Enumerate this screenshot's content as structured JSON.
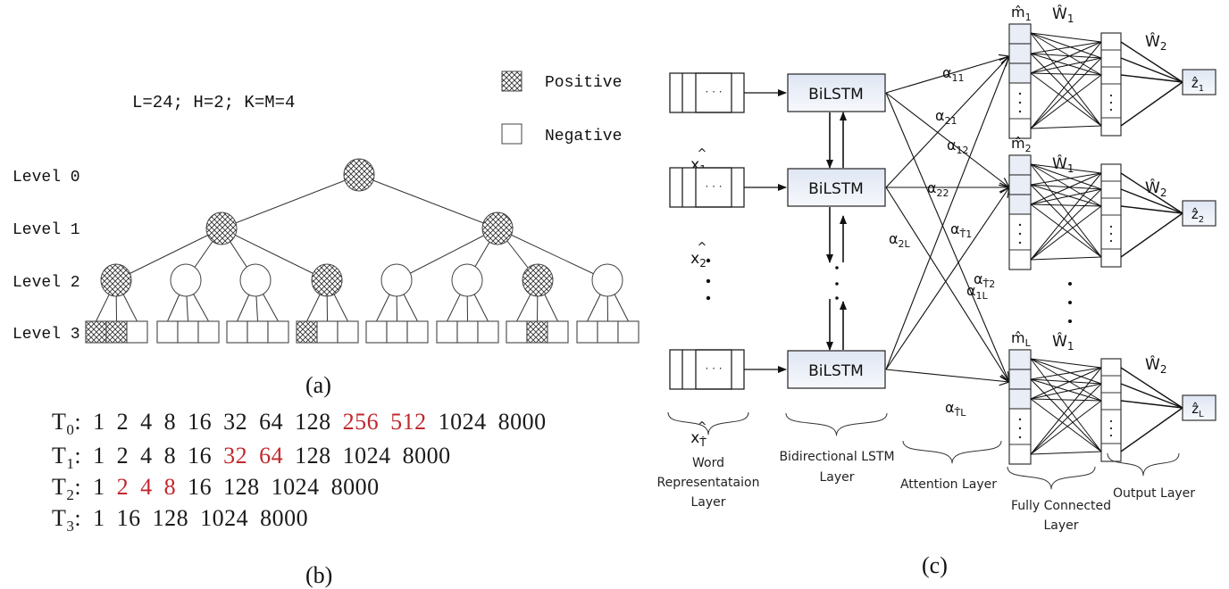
{
  "panel_a": {
    "caption": "(a)",
    "params_text": "L=24; H=2; K=M=4",
    "legend": [
      {
        "label": "Positive",
        "pattern": "crosshatch"
      },
      {
        "label": "Negative",
        "pattern": "empty"
      }
    ],
    "levels": [
      "Level 0",
      "Level 1",
      "Level 2",
      "Level 3"
    ],
    "tree": {
      "level0": [
        true
      ],
      "level1": [
        true,
        true
      ],
      "level2": [
        true,
        false,
        false,
        true,
        false,
        false,
        true,
        false
      ],
      "level3": [
        [
          true,
          true,
          false
        ],
        [
          false,
          false,
          false
        ],
        [
          false,
          false,
          false
        ],
        [
          true,
          false,
          false
        ],
        [
          false,
          false,
          false
        ],
        [
          false,
          false,
          false
        ],
        [
          false,
          true,
          false
        ],
        [
          false,
          false,
          false
        ]
      ]
    }
  },
  "panel_b": {
    "caption": "(b)",
    "highlight_color": "#c0282d",
    "rows": [
      {
        "label": "T",
        "sub": "0",
        "values": [
          {
            "v": "1",
            "hl": false
          },
          {
            "v": "2",
            "hl": false
          },
          {
            "v": "4",
            "hl": false
          },
          {
            "v": "8",
            "hl": false
          },
          {
            "v": "16",
            "hl": false
          },
          {
            "v": "32",
            "hl": false
          },
          {
            "v": "64",
            "hl": false
          },
          {
            "v": "128",
            "hl": false
          },
          {
            "v": "256",
            "hl": true
          },
          {
            "v": "512",
            "hl": true
          },
          {
            "v": "1024",
            "hl": false
          },
          {
            "v": "8000",
            "hl": false
          }
        ]
      },
      {
        "label": "T",
        "sub": "1",
        "values": [
          {
            "v": "1",
            "hl": false
          },
          {
            "v": "2",
            "hl": false
          },
          {
            "v": "4",
            "hl": false
          },
          {
            "v": "8",
            "hl": false
          },
          {
            "v": "16",
            "hl": false
          },
          {
            "v": "32",
            "hl": true
          },
          {
            "v": "64",
            "hl": true
          },
          {
            "v": "128",
            "hl": false
          },
          {
            "v": "1024",
            "hl": false
          },
          {
            "v": "8000",
            "hl": false
          }
        ]
      },
      {
        "label": "T",
        "sub": "2",
        "values": [
          {
            "v": "1",
            "hl": false
          },
          {
            "v": "2",
            "hl": true
          },
          {
            "v": "4",
            "hl": true
          },
          {
            "v": "8",
            "hl": true
          },
          {
            "v": "16",
            "hl": false
          },
          {
            "v": "128",
            "hl": false
          },
          {
            "v": "1024",
            "hl": false
          },
          {
            "v": "8000",
            "hl": false
          }
        ]
      },
      {
        "label": "T",
        "sub": "3",
        "values": [
          {
            "v": "1",
            "hl": false
          },
          {
            "v": "16",
            "hl": false
          },
          {
            "v": "128",
            "hl": false
          },
          {
            "v": "1024",
            "hl": false
          },
          {
            "v": "8000",
            "hl": false
          }
        ]
      }
    ]
  },
  "panel_c": {
    "caption": "(c)",
    "inputs": [
      {
        "base": "x",
        "sub": "1"
      },
      {
        "base": "x",
        "sub": "2"
      },
      {
        "base": "x",
        "sub": "T̂"
      }
    ],
    "input_cell_text": "· · ·",
    "bilstm_label": "BiLSTM",
    "bilstm_fill": "#e8eef8",
    "attention_labels": {
      "a11": [
        "α",
        "11"
      ],
      "a21": [
        "α",
        "21"
      ],
      "a12": [
        "α",
        "12"
      ],
      "a22": [
        "α",
        "22"
      ],
      "a2L": [
        "α",
        "2L"
      ],
      "aT1": [
        "α",
        "T̂1"
      ],
      "aT2": [
        "α",
        "T̂2"
      ],
      "a1L": [
        "α",
        "1L"
      ],
      "aTL": [
        "α",
        "T̂L"
      ]
    },
    "heads": [
      {
        "m": [
          "m̂",
          "1"
        ],
        "w1": [
          "Ŵ",
          "1"
        ],
        "w2": [
          "Ŵ",
          "2"
        ],
        "z": [
          "ẑ",
          "1"
        ]
      },
      {
        "m": [
          "m̂",
          "2"
        ],
        "w1": [
          "Ŵ",
          "1"
        ],
        "w2": [
          "Ŵ",
          "2"
        ],
        "z": [
          "ẑ",
          "2"
        ]
      },
      {
        "m": [
          "m̂",
          "L"
        ],
        "w1": [
          "Ŵ",
          "1"
        ],
        "w2": [
          "Ŵ",
          "2"
        ],
        "z": [
          "ẑ",
          "L"
        ]
      }
    ],
    "layer_labels": {
      "word": [
        "Word",
        "Representataion",
        "Layer"
      ],
      "bilstm": [
        "Bidirectional LSTM",
        "Layer"
      ],
      "attention": [
        "Attention Layer"
      ],
      "fc": [
        "Fully Connected",
        "Layer"
      ],
      "output": [
        "Output Layer"
      ]
    }
  }
}
